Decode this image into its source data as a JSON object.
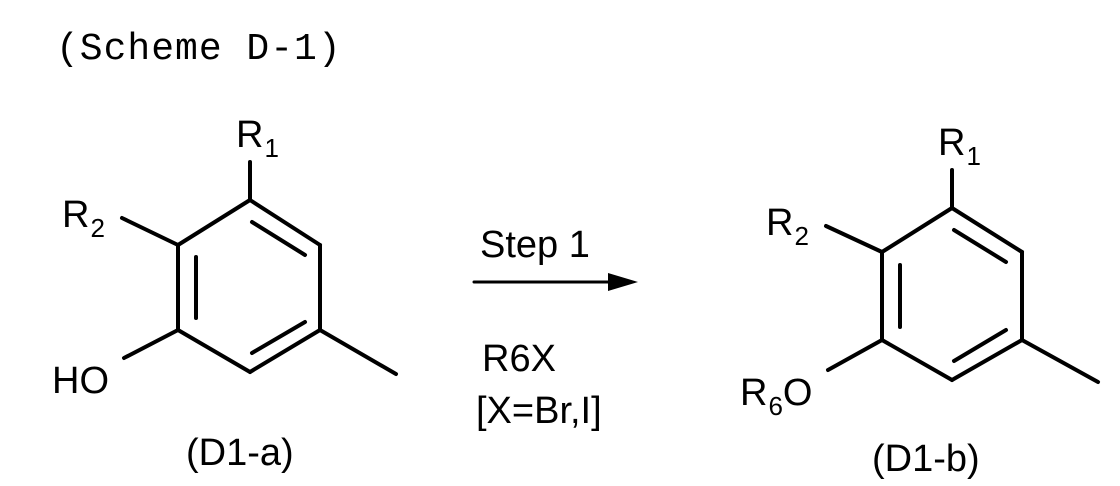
{
  "scheme_title": "(Scheme D-1)",
  "reactant": {
    "r1_main": "R",
    "r1_sub": "1",
    "r2_main": "R",
    "r2_sub": "2",
    "ho_label": "HO",
    "compound_label": "(D1-a)"
  },
  "arrow": {
    "step_label": "Step 1",
    "reagent": "R6X",
    "condition": "[X=Br,I]"
  },
  "product": {
    "r1_main": "R",
    "r1_sub": "1",
    "r2_main": "R",
    "r2_sub": "2",
    "r6_main": "R",
    "r6_sub": "6",
    "o_label": "O",
    "compound_label": "(D1-b)"
  }
}
